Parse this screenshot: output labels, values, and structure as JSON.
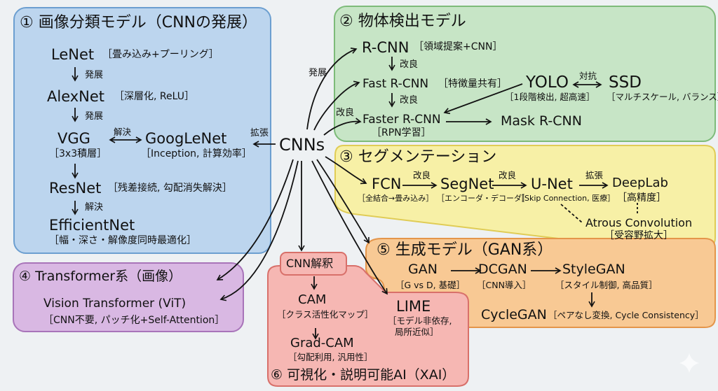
{
  "hub": {
    "label": "CNNs"
  },
  "edges": {
    "to_classification": "拡張",
    "to_detection": "発展",
    "to_detection_faster": "改良"
  },
  "classification": {
    "title": "① 画像分類モデル（CNNの発展）",
    "lenet": {
      "name": "LeNet",
      "desc": "［畳み込み+プーリング］"
    },
    "e1": "発展",
    "alexnet": {
      "name": "AlexNet",
      "desc": "［深層化, ReLU］"
    },
    "e2": "発展",
    "vgg": {
      "name": "VGG",
      "desc": "［3x3積層］"
    },
    "vgg_googlenet": "解決",
    "googlenet": {
      "name": "GoogLeNet",
      "desc": "［Inception, 計算効率］"
    },
    "resnet": {
      "name": "ResNet",
      "desc": "［残差接続, 勾配消失解決］"
    },
    "e3": "解決",
    "efficientnet": {
      "name": "EfficientNet",
      "desc": "［幅・深さ・解像度同時最適化］"
    }
  },
  "detection": {
    "title": "② 物体検出モデル",
    "rcnn": {
      "name": "R-CNN",
      "desc": "［領域提案+CNN］"
    },
    "e1": "改良",
    "fast": {
      "name": "Fast R-CNN",
      "desc": "［特徴量共有］"
    },
    "e2": "改良",
    "faster": {
      "name": "Faster R-CNN",
      "desc": "［RPN学習］"
    },
    "yolo": {
      "name": "YOLO",
      "desc": "［1段階検出, 超高速］"
    },
    "yolo_ssd": "対抗",
    "ssd": {
      "name": "SSD",
      "desc": "［マルチスケール, バランス］"
    },
    "mask": {
      "name": "Mask R-CNN"
    }
  },
  "segmentation": {
    "title": "③ セグメンテーション",
    "fcn": {
      "name": "FCN",
      "desc": "［全結合→畳み込み］"
    },
    "e1": "改良",
    "segnet": {
      "name": "SegNet",
      "desc": "［エンコーダ・デコーダ］"
    },
    "e2": "改良",
    "unet": {
      "name": "U-Net",
      "desc": "［Skip Connection, 医療］"
    },
    "e3": "拡張",
    "deeplab": {
      "name": "DeepLab",
      "desc": "［高精度］"
    },
    "atrous": {
      "name": "Atrous Convolution",
      "desc": "［受容野拡大］"
    }
  },
  "transformer": {
    "title": "④ Transformer系（画像）",
    "vit": {
      "name": "Vision Transformer (ViT)",
      "desc": "［CNN不要, パッチ化+Self-Attention］"
    }
  },
  "generative": {
    "title": "⑤ 生成モデル（GAN系）",
    "gan": {
      "name": "GAN",
      "desc": "［G vs D, 基礎］"
    },
    "dcgan": {
      "name": "DCGAN",
      "desc": "［CNN導入］"
    },
    "stylegan": {
      "name": "StyleGAN",
      "desc": "［スタイル制御, 高品質］"
    },
    "cyclegan": {
      "name": "CycleGAN",
      "desc": "［ペアなし変換, Cycle Consistency］"
    }
  },
  "xai": {
    "tab": "CNN解釈",
    "title": "⑥ 可視化・説明可能AI（XAI）",
    "cam": {
      "name": "CAM",
      "desc": "［クラス活性化マップ］"
    },
    "gradcam": {
      "name": "Grad-CAM",
      "desc": "［勾配利用, 汎用性］"
    },
    "lime": {
      "name": "LIME",
      "desc1": "［モデル非依存,",
      "desc2": "局所近似］"
    }
  }
}
